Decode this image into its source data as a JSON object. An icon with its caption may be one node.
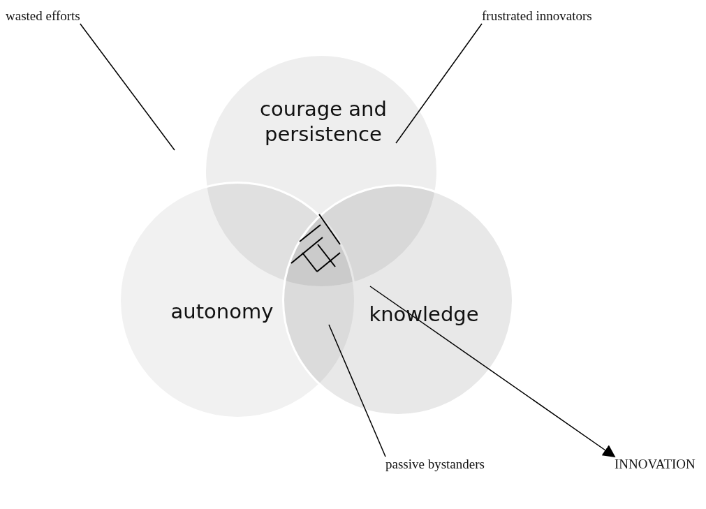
{
  "diagram": {
    "nodes": [
      {
        "text": [
          "courage and persistence"
        ]
      },
      {
        "text": [
          "autonomy"
        ]
      },
      {
        "text": [
          "knowledge"
        ]
      },
      {
        "text": [
          "wasted efforts"
        ]
      },
      {
        "text": [
          "frustrated innovators"
        ]
      },
      {
        "text": [
          "passive bystanders"
        ]
      },
      {
        "text": [
          "INNOVATION"
        ]
      }
    ],
    "edges": [
      {
        "from": 3,
        "to": null,
        "arrow": "none"
      },
      {
        "from": 4,
        "to": 0,
        "arrow": "none"
      },
      {
        "from": 5,
        "to": 2,
        "arrow": "none"
      },
      {
        "from": 2,
        "to": 6,
        "arrow": "to"
      }
    ]
  }
}
